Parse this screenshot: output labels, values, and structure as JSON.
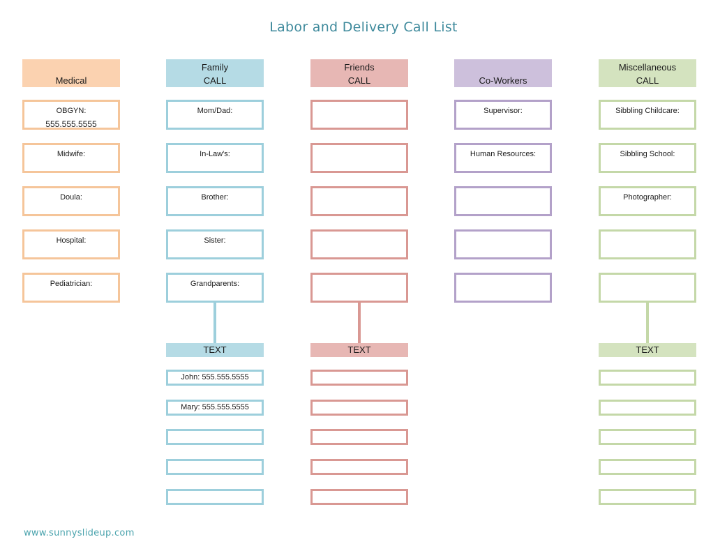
{
  "title": "Labor and Delivery Call List",
  "footer": "www.sunnyslideup.com",
  "colors": {
    "medical_fill": "#fbd2b0",
    "medical_border": "#f5c59a",
    "family_fill": "#b5dbe5",
    "family_border": "#9dcfdc",
    "friends_fill": "#e7b7b4",
    "friends_border": "#d99893",
    "coworkers_fill": "#cdc0dc",
    "coworkers_border": "#b3a1c9",
    "misc_fill": "#d4e3bf",
    "misc_border": "#c4d8a8"
  },
  "columns": {
    "medical": {
      "header_line1": "",
      "header_line2": "Medical",
      "boxes": [
        {
          "label": "OBGYN:",
          "sub": "555.555.5555"
        },
        {
          "label": "Midwife:"
        },
        {
          "label": "Doula:"
        },
        {
          "label": "Hospital:"
        },
        {
          "label": "Pediatrician:"
        }
      ]
    },
    "family": {
      "header_line1": "Family",
      "header_line2": "CALL",
      "boxes": [
        {
          "label": "Mom/Dad:"
        },
        {
          "label": "In-Law's:"
        },
        {
          "label": "Brother:"
        },
        {
          "label": "Sister:"
        },
        {
          "label": "Grandparents:"
        }
      ],
      "text_header": "TEXT",
      "text_boxes": [
        "John: 555.555.5555",
        "Mary: 555.555.5555",
        "",
        "",
        ""
      ]
    },
    "friends": {
      "header_line1": "Friends",
      "header_line2": "CALL",
      "boxes": [
        {
          "label": ""
        },
        {
          "label": ""
        },
        {
          "label": ""
        },
        {
          "label": ""
        },
        {
          "label": ""
        }
      ],
      "text_header": "TEXT",
      "text_boxes": [
        "",
        "",
        "",
        "",
        ""
      ]
    },
    "coworkers": {
      "header_line1": "",
      "header_line2": "Co-Workers",
      "boxes": [
        {
          "label": "Supervisor:"
        },
        {
          "label": "Human Resources:"
        },
        {
          "label": ""
        },
        {
          "label": ""
        },
        {
          "label": ""
        }
      ]
    },
    "misc": {
      "header_line1": "Miscellaneous",
      "header_line2": "CALL",
      "boxes": [
        {
          "label": "Sibbling Childcare:"
        },
        {
          "label": "Sibbling School:"
        },
        {
          "label": "Photographer:"
        },
        {
          "label": ""
        },
        {
          "label": ""
        }
      ],
      "text_header": "TEXT",
      "text_boxes": [
        "",
        "",
        "",
        "",
        ""
      ]
    }
  }
}
